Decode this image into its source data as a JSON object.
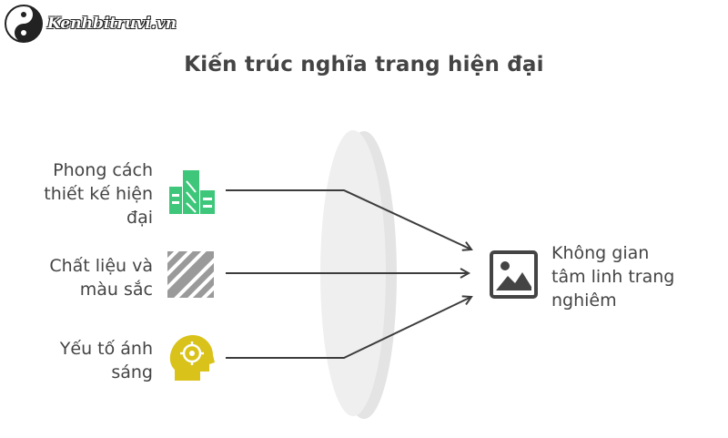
{
  "watermark": {
    "text": "Kenhbitruvi.vn"
  },
  "title": "Kiến trúc nghĩa trang hiện đại",
  "inputs": [
    {
      "lines": [
        "Phong cách",
        "thiết kế hiện",
        "đại"
      ],
      "icon": "modern-buildings-icon",
      "color": "#3ec77a"
    },
    {
      "lines": [
        "Chất liệu và",
        "màu sắc"
      ],
      "icon": "striped-material-icon",
      "color": "#9a9a9a"
    },
    {
      "lines": [
        "Yếu tố ánh",
        "sáng"
      ],
      "icon": "head-target-icon",
      "color": "#d9c21a"
    }
  ],
  "output": {
    "lines": [
      "Không gian",
      "tâm linh trang",
      "nghiêm"
    ],
    "icon": "image-frame-icon"
  }
}
